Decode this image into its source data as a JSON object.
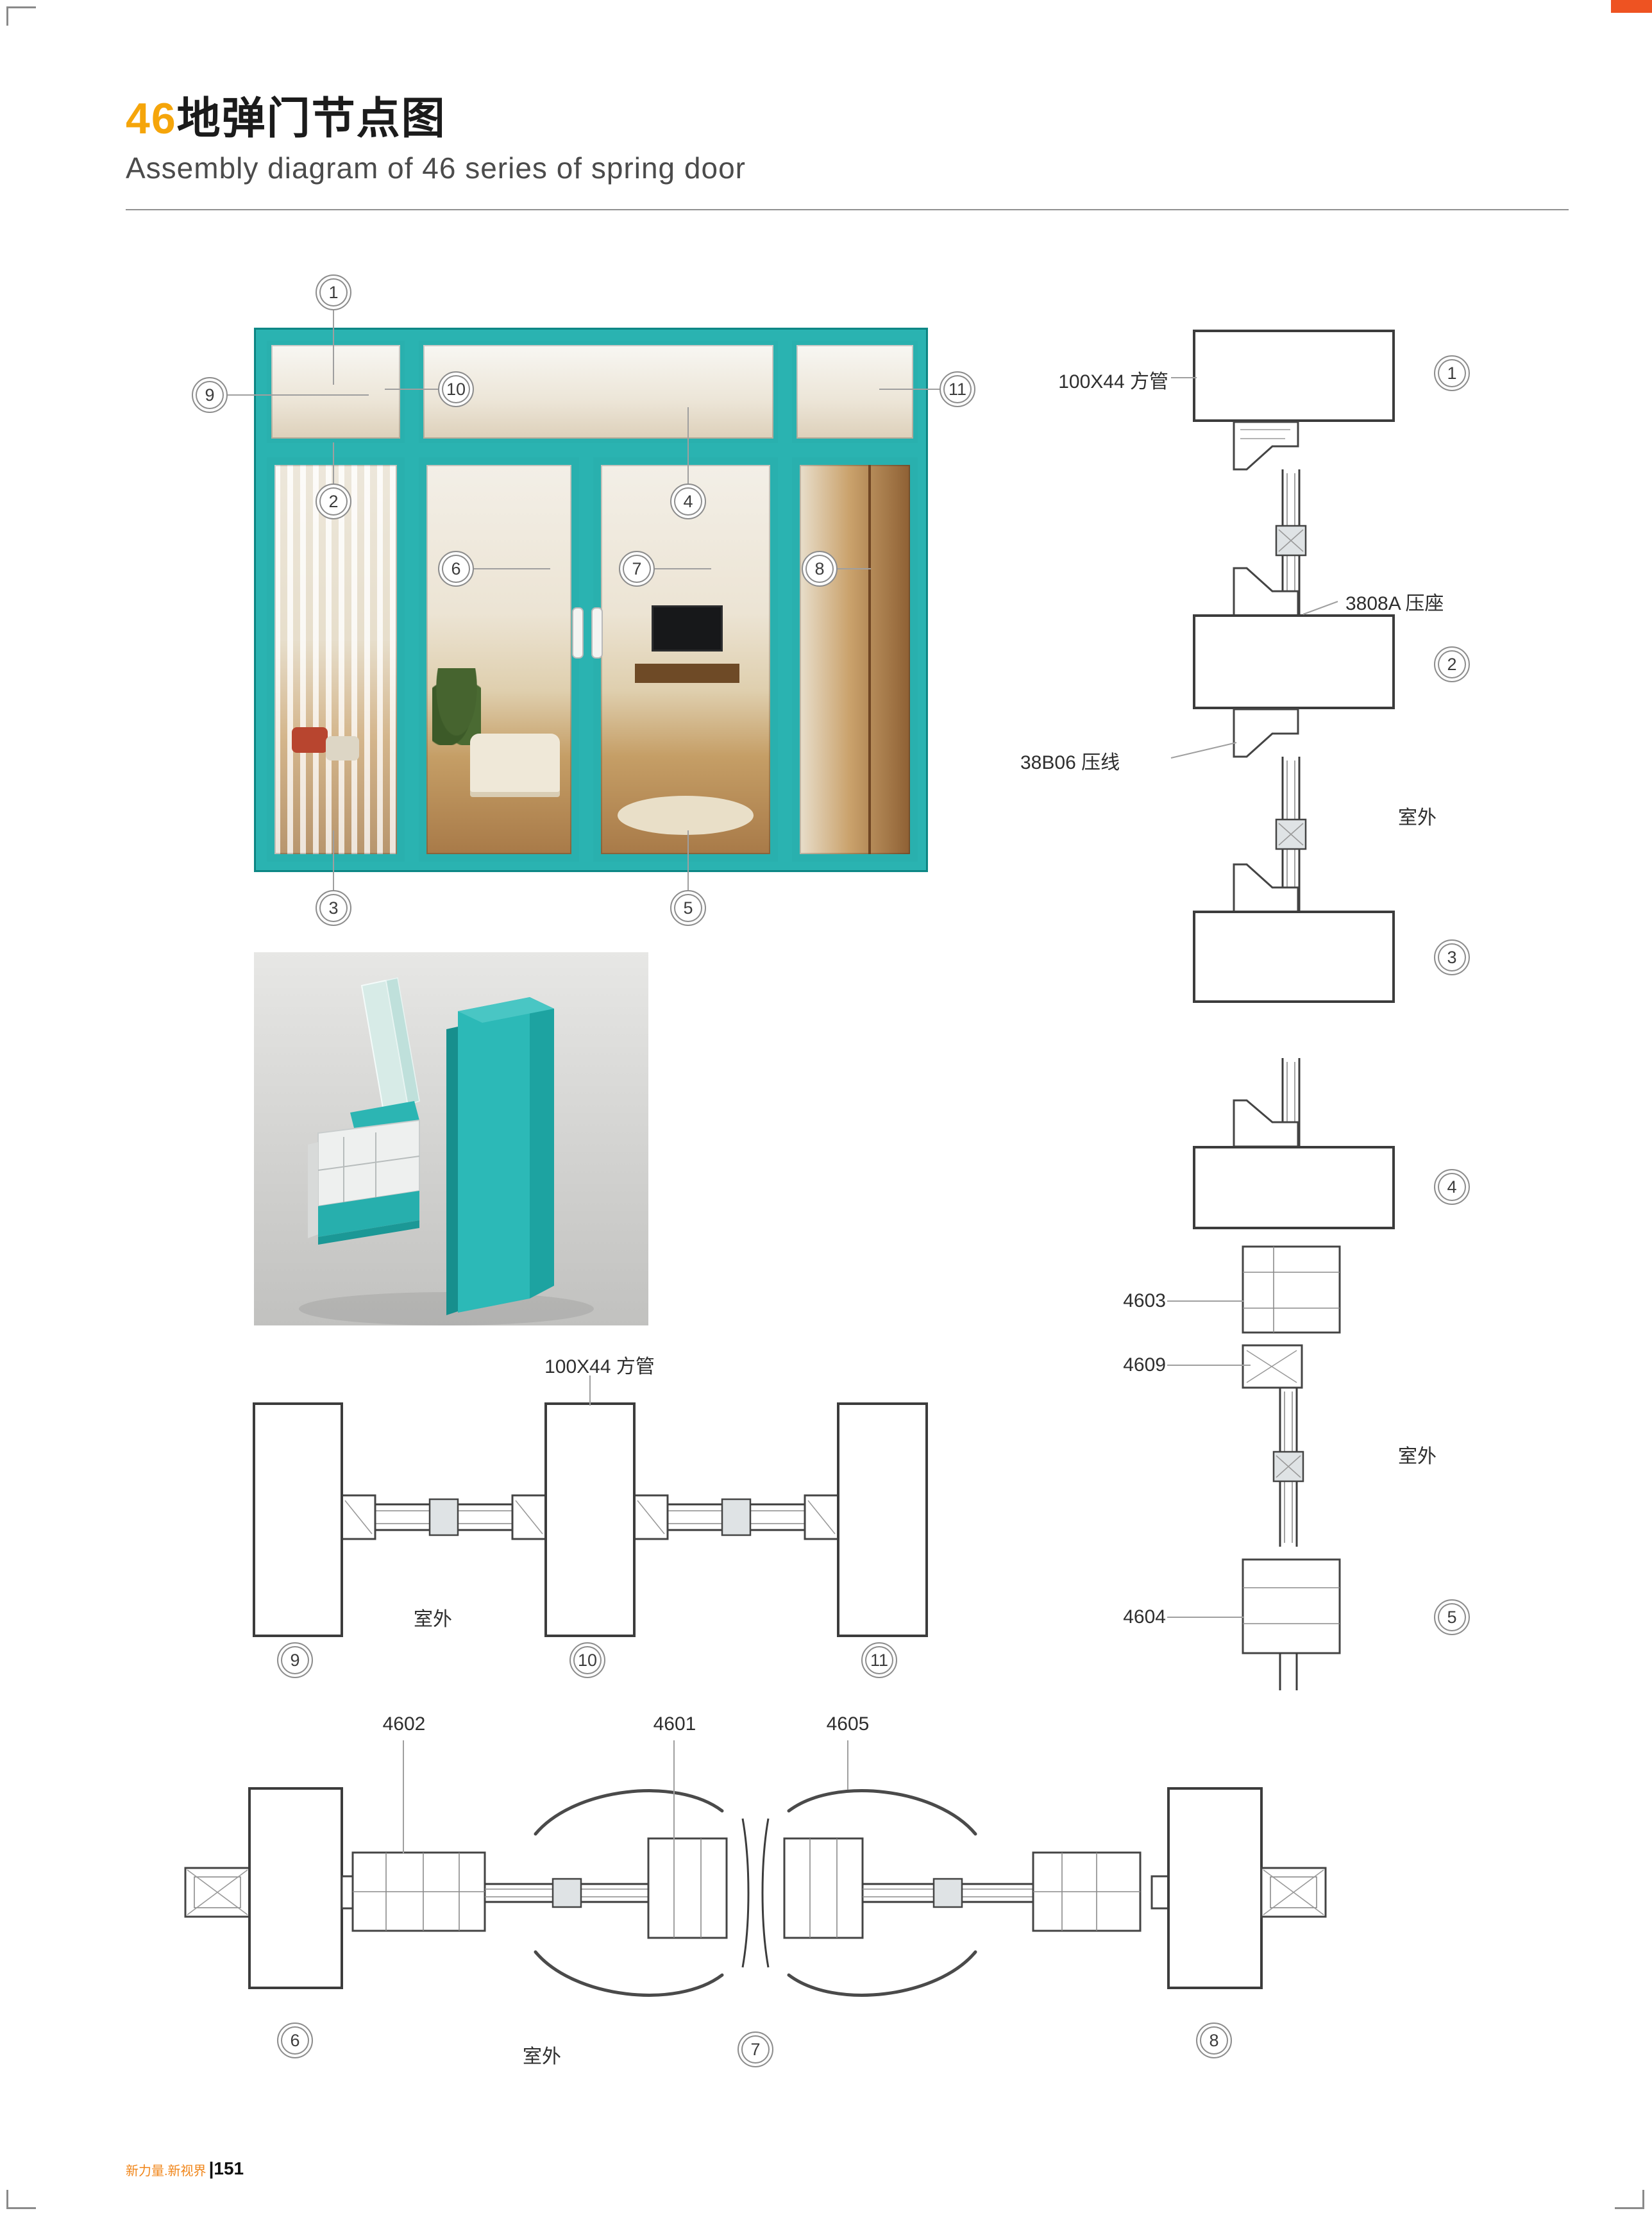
{
  "page": {
    "title_number": "46",
    "title_cn": "地弹门节点图",
    "subtitle": "Assembly diagram of 46 series of spring door",
    "footer_brand": "新力量.新视界",
    "footer_page": "|151"
  },
  "labels": {
    "tube_100x44": "100X44 方管",
    "part_3808a": "3808A 压座",
    "part_38b06": "38B06 压线",
    "outdoor": "室外",
    "part_4603": "4603",
    "part_4609": "4609",
    "part_4604": "4604",
    "part_4602": "4602",
    "part_4601": "4601",
    "part_4605": "4605"
  },
  "callouts": {
    "n1": "1",
    "n2": "2",
    "n3": "3",
    "n4": "4",
    "n5": "5",
    "n6": "6",
    "n7": "7",
    "n8": "8",
    "n9": "9",
    "n10": "10",
    "n11": "11"
  },
  "colors": {
    "teal": "#2ab3b1",
    "accent_orange": "#f5a50a",
    "corner_mark": "#ee5322",
    "line_gray": "#9f9f9f"
  }
}
